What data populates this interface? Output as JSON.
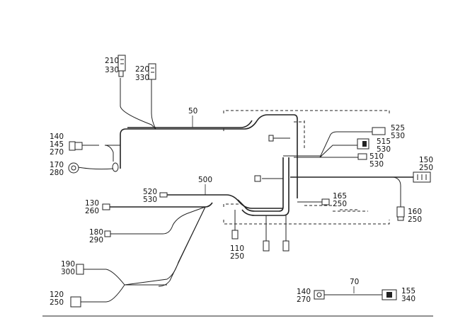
{
  "callouts": {
    "c210": "210",
    "c330a": "330",
    "c220": "220",
    "c330b": "330",
    "c50": "50",
    "c140": "140",
    "c145": "145",
    "c270a": "270",
    "c170": "170",
    "c280": "280",
    "c525": "525",
    "c530a": "530",
    "c515": "515",
    "c530b": "530",
    "c510": "510",
    "c530c": "530",
    "c150": "150",
    "c250a": "250",
    "c500": "500",
    "c520": "520",
    "c530d": "530",
    "c165": "165",
    "c250b": "250",
    "c130": "130",
    "c260": "260",
    "c160": "160",
    "c250c": "250",
    "c180": "180",
    "c290": "290",
    "c110": "110",
    "c250d": "250",
    "c190": "190",
    "c300": "300",
    "c70": "70",
    "c140b": "140",
    "c270b": "270",
    "c155": "155",
    "c340": "340",
    "c120": "120",
    "c250e": "250"
  }
}
